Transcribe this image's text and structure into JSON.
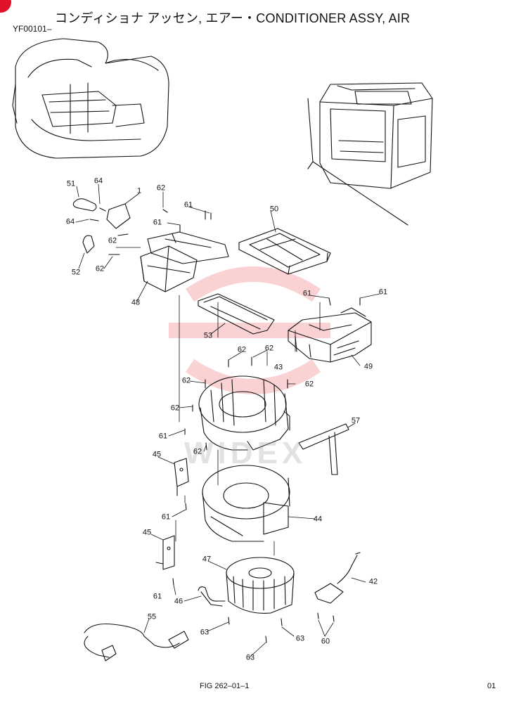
{
  "header": {
    "title": "コンディショナ アッセン, エアー・CONDITIONER ASSY, AIR",
    "code": "YF00101–"
  },
  "callouts": {
    "p1": "1",
    "p51": "51",
    "p64a": "64",
    "p64b": "64",
    "p52": "52",
    "p62a": "62",
    "p62b": "62",
    "p62c": "62",
    "p62d": "62",
    "p62e": "62",
    "p62f": "62",
    "p62g": "62",
    "p62h": "62",
    "p62i": "62",
    "p61a": "61",
    "p61b": "61",
    "p61c": "61",
    "p61d": "61",
    "p61e": "61",
    "p61f": "61",
    "p61g": "61",
    "p50": "50",
    "p48": "48",
    "p53": "53",
    "p49": "49",
    "p43": "43",
    "p57": "57",
    "p45a": "45",
    "p45b": "45",
    "p44": "44",
    "p47": "47",
    "p42": "42",
    "p46": "46",
    "p55": "55",
    "p63a": "63",
    "p63b": "63",
    "p63c": "63",
    "p60": "60"
  },
  "footer": {
    "figure": "FIG 262–01–1",
    "page": "01"
  },
  "colors": {
    "ink": "#111111",
    "watermark": "#e8323c",
    "corner_mark": "#e2122a"
  }
}
